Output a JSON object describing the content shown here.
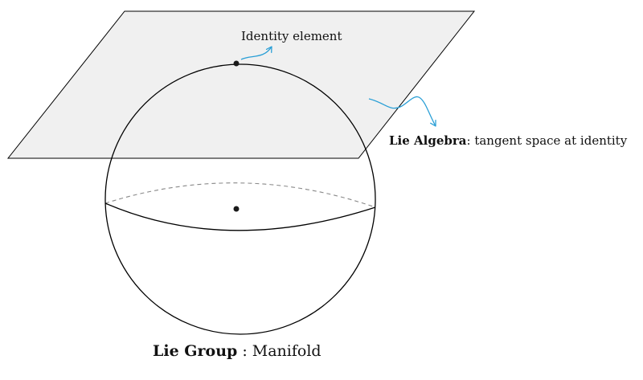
{
  "labels": {
    "identity": "Identity element",
    "algebra_term": "Lie Algebra",
    "algebra_desc": ": tangent space at identity",
    "group_term": "Lie Group",
    "group_desc": " : Manifold"
  },
  "colors": {
    "plane_fill": "#f0f0f0",
    "stroke": "#000000",
    "dashed": "#888888",
    "arrow": "#2a9fd6",
    "text": "#111111"
  },
  "icons": {
    "identity_arrow": "curved-arrow-icon",
    "algebra_arrow": "wavy-arrow-icon"
  }
}
